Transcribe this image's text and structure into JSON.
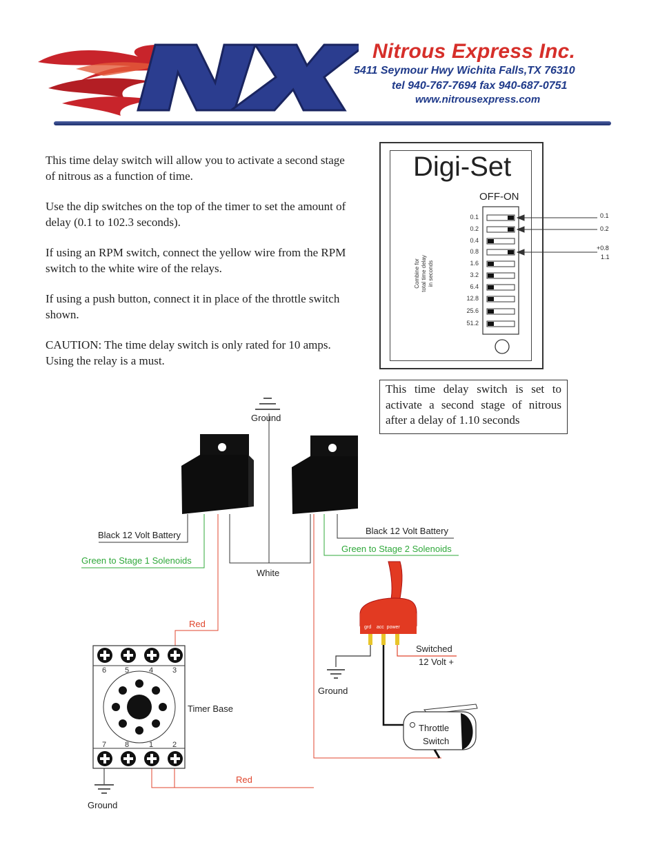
{
  "header": {
    "logo_letters": "NX",
    "company_name": "Nitrous Express Inc.",
    "address": "5411 Seymour Hwy Wichita Falls,TX 76310",
    "phone_fax": "tel 940-767-7694  fax 940-687-0751",
    "website": "www.nitrousexpress.com"
  },
  "intro": {
    "p1": "This time delay switch will allow you to activate a second stage of nitrous as a function of time.",
    "p2": "Use the dip switches on the top of the timer to set the amount of delay (0.1 to 102.3 seconds).",
    "p3": "If using an RPM switch, connect the yellow wire from the RPM switch to the white wire of the relays.",
    "p4": "If using a push button, connect it in place of the throttle switch shown.",
    "p5": "CAUTION: The time delay switch is only rated for 10 amps. Using the relay is a must."
  },
  "digiset": {
    "title": "Digi-Set",
    "header": "OFF-ON",
    "vertical_note_1": "Combine for",
    "vertical_note_2": "total time delay",
    "vertical_note_3": "in seconds",
    "switches": [
      {
        "label": "0.1",
        "on": true
      },
      {
        "label": "0.2",
        "on": true
      },
      {
        "label": "0.4",
        "on": false
      },
      {
        "label": "0.8",
        "on": true
      },
      {
        "label": "1.6",
        "on": false
      },
      {
        "label": "3.2",
        "on": false
      },
      {
        "label": "6.4",
        "on": false
      },
      {
        "label": "12.8",
        "on": false
      },
      {
        "label": "25.6",
        "on": false
      },
      {
        "label": "51.2",
        "on": false
      }
    ],
    "sum_a": "0.1",
    "sum_b": "0.2",
    "sum_c": "+0.8",
    "sum_total": "1.1"
  },
  "caption": "This time delay switch is set to activate a second stage of nitrous after a delay of 1.10 seconds",
  "wiring": {
    "ground_top": "Ground",
    "ground_toggle": "Ground",
    "ground_timer": "Ground",
    "black_battery_1": "Black 12 Volt Battery",
    "black_battery_2": "Black 12 Volt Battery",
    "green_stage_1": "Green to Stage 1 Solenoids",
    "green_stage_2": "Green to Stage 2 Solenoids",
    "white": "White",
    "red_top": "Red",
    "red_bottom": "Red",
    "toggle_terminals": "grd    acc  power",
    "switched_1": "Switched",
    "switched_2": "12 Volt +",
    "throttle_1": "Throttle",
    "throttle_2": "Switch",
    "timer_base": "Timer Base",
    "pins_top": [
      "6",
      "5",
      "4",
      "3"
    ],
    "pins_bottom": [
      "7",
      "8",
      "1",
      "2"
    ]
  },
  "colors": {
    "logo_blue": "#2b3d8f",
    "logo_flame_red": "#c8242b",
    "company_red": "#d62f2a",
    "address_blue": "#1f3a8a",
    "wire_red": "#e0452c",
    "wire_green": "#2fa83a",
    "toggle_red": "#e23a22"
  }
}
